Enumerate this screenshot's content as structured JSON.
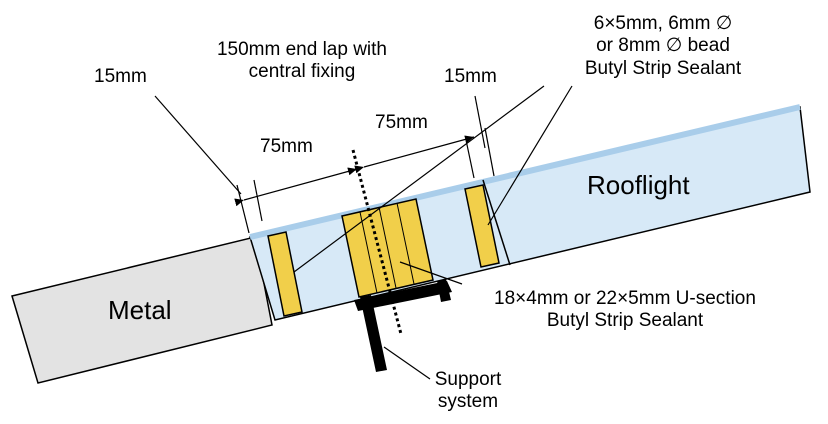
{
  "labels": {
    "left_gap": "15mm",
    "right_gap": "15mm",
    "lap_title_1": "150mm end lap with",
    "lap_title_2": "central fixing",
    "left_half": "75mm",
    "right_half": "75mm",
    "bead_1": "6×5mm, 6mm ∅",
    "bead_2": "or 8mm ∅ bead",
    "bead_3": "Butyl Strip Sealant",
    "rooflight": "Rooflight",
    "metal": "Metal",
    "usection_1": "18×4mm or 22×5mm U-section",
    "usection_2": "Butyl Strip Sealant",
    "support_1": "Support",
    "support_2": "system"
  },
  "colors": {
    "rooflight_fill": "#d7e9f7",
    "rooflight_top_edge": "#a9cdea",
    "metal_fill": "#e3e3e3",
    "sealant_fill": "#f1cf4a",
    "outline": "#000000"
  }
}
